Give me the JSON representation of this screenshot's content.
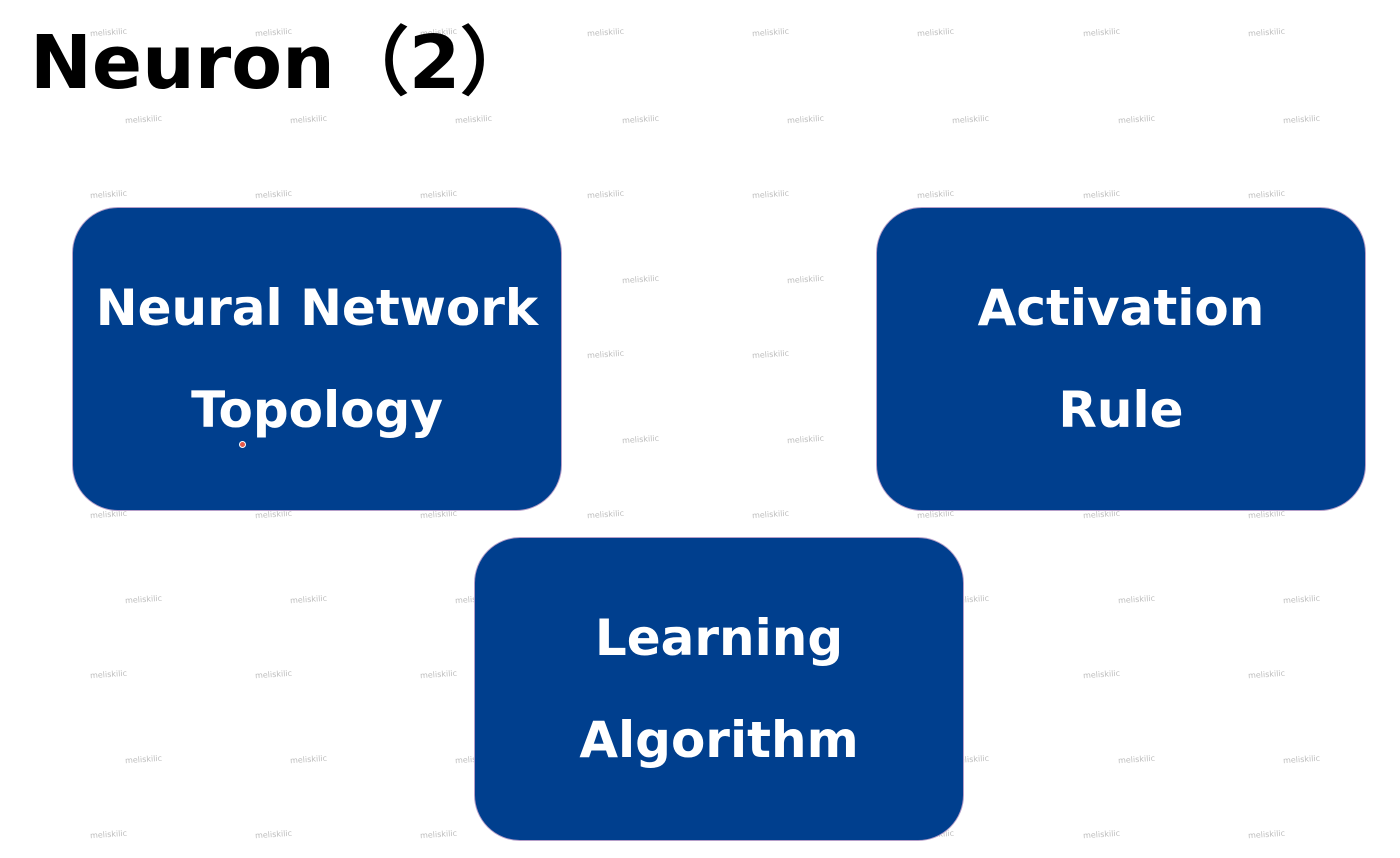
{
  "title": "Neuron（2）",
  "watermark_text": "meliskilic",
  "boxes": {
    "topology": {
      "line1": "Neural Network",
      "line2": "Topology"
    },
    "activation": {
      "line1": "Activation",
      "line2": "Rule"
    },
    "learning": {
      "line1": "Learning",
      "line2": "Algorithm"
    }
  },
  "colors": {
    "box_fill": "#003f8e",
    "box_border": "#b59ec9",
    "box_text": "#ffffff",
    "title_text": "#000000",
    "watermark": "#bdbdbd"
  }
}
